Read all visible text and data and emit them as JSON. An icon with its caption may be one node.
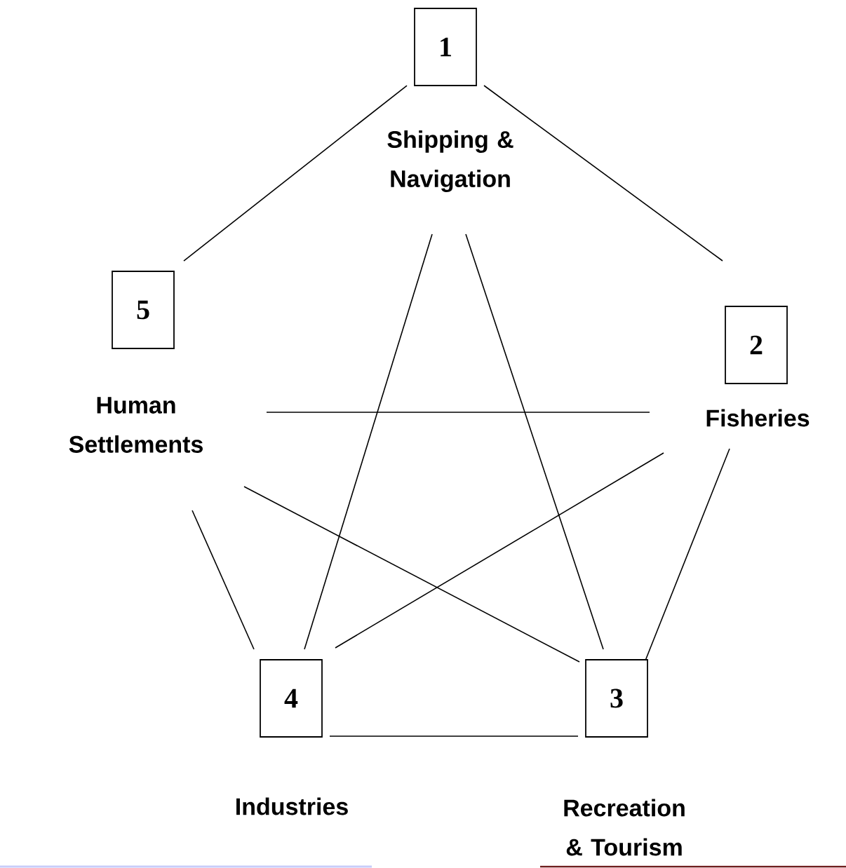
{
  "diagram": {
    "nodes": [
      {
        "text": [
          "1",
          "Shipping & Navigation"
        ]
      },
      {
        "text": [
          "5",
          "Human Settlements"
        ]
      },
      {
        "text": [
          "2",
          "Fisheries"
        ]
      },
      {
        "text": [
          "4",
          "Industries"
        ]
      },
      {
        "text": [
          "3",
          "Recreation & Tourism"
        ]
      }
    ],
    "edges": [
      {
        "from": 0,
        "to": 1,
        "arrow": "none"
      },
      {
        "from": 0,
        "to": 2,
        "arrow": "none"
      },
      {
        "from": 0,
        "to": 3,
        "arrow": "none"
      },
      {
        "from": 0,
        "to": 4,
        "arrow": "none"
      },
      {
        "from": 1,
        "to": 2,
        "arrow": "none"
      },
      {
        "from": 1,
        "to": 3,
        "arrow": "none"
      },
      {
        "from": 1,
        "to": 4,
        "arrow": "none"
      },
      {
        "from": 2,
        "to": 3,
        "arrow": "none"
      },
      {
        "from": 2,
        "to": 4,
        "arrow": "none"
      },
      {
        "from": 3,
        "to": 4,
        "arrow": "none"
      }
    ]
  }
}
